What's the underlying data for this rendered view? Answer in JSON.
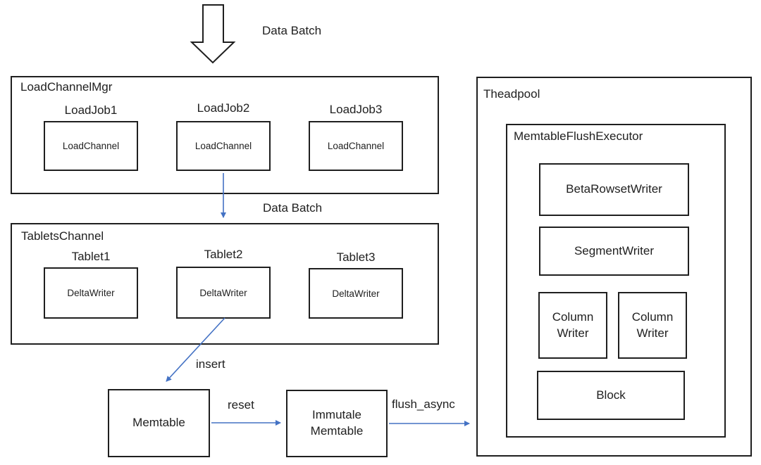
{
  "colors": {
    "arrow_blue": "#4472C4",
    "box_border": "#1f1f1f",
    "background": "#ffffff",
    "text": "#212121"
  },
  "flow": {
    "input_arrow_label": "Data Batch",
    "edges": {
      "data_batch": "Data Batch",
      "insert": "insert",
      "reset": "reset",
      "flush_async": "flush_async"
    }
  },
  "load_channel_mgr": {
    "title": "LoadChannelMgr",
    "jobs": [
      {
        "label": "LoadJob1",
        "channel": "LoadChannel"
      },
      {
        "label": "LoadJob2",
        "channel": "LoadChannel"
      },
      {
        "label": "LoadJob3",
        "channel": "LoadChannel"
      }
    ]
  },
  "tablets_channel": {
    "title": "TabletsChannel",
    "tablets": [
      {
        "label": "Tablet1",
        "writer": "DeltaWriter"
      },
      {
        "label": "Tablet2",
        "writer": "DeltaWriter"
      },
      {
        "label": "Tablet3",
        "writer": "DeltaWriter"
      }
    ]
  },
  "memtable": {
    "label": "Memtable"
  },
  "immutable_memtable": {
    "lines": [
      "Immutale",
      "Memtable"
    ]
  },
  "threadpool": {
    "title": "Theadpool",
    "executor": {
      "title": "MemtableFlushExecutor",
      "beta_rowset_writer": "BetaRowsetWriter",
      "segment_writer": "SegmentWriter",
      "column_writers": [
        "Column Writer",
        "Column Writer"
      ],
      "block": "Block"
    }
  }
}
